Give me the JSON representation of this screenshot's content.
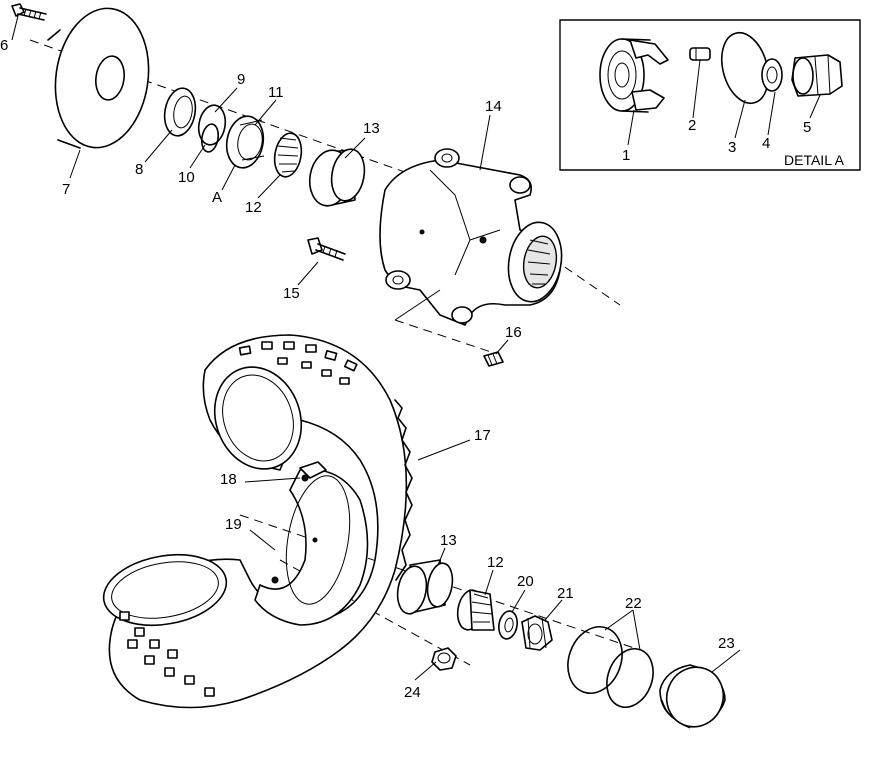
{
  "labels": {
    "l1": "1",
    "l2": "2",
    "l3": "3",
    "l4": "4",
    "l5": "5",
    "l6": "6",
    "l7": "7",
    "l8": "8",
    "l9": "9",
    "l10": "10",
    "l11": "11",
    "lA": "A",
    "l12a": "12",
    "l13a": "13",
    "l14": "14",
    "l15": "15",
    "l16": "16",
    "l17": "17",
    "l18": "18",
    "l19": "19",
    "l13b": "13",
    "l12b": "12",
    "l20": "20",
    "l21": "21",
    "l22": "22",
    "l23": "23",
    "l24": "24"
  },
  "detail_title": "DETAIL A"
}
